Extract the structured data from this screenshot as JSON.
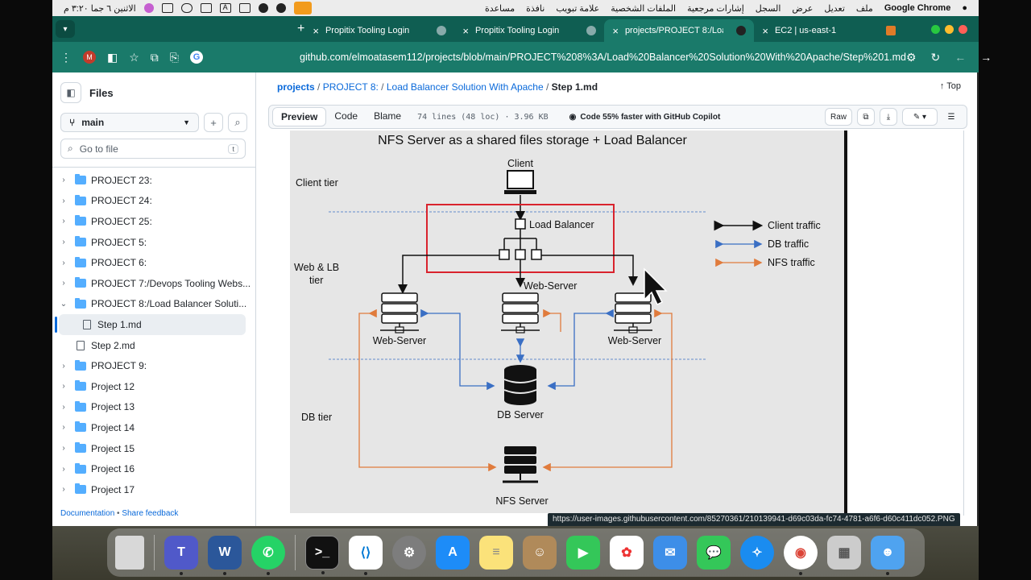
{
  "menubar": {
    "app_name": "Google Chrome",
    "items": [
      "ملف",
      "تعديل",
      "عرض",
      "السجل",
      "إشارات مرجعية",
      "الملفات الشخصية",
      "علامة تبويب",
      "نافذة",
      "مساعدة"
    ],
    "clock": "الاثنين ٦ جما ٣:٢٠ م"
  },
  "tabs": [
    {
      "title": "Propitix Tooling Login",
      "active": false
    },
    {
      "title": "Propitix Tooling Login",
      "active": false
    },
    {
      "title": "projects/PROJECT 8:/Load Ba",
      "active": true
    },
    {
      "title": "EC2 | us-east-1",
      "active": false
    }
  ],
  "toolbar": {
    "avatar_letter": "M",
    "url": "github.com/elmoatasem112/projects/blob/main/PROJECT%208%3A/Load%20Balancer%20Solution%20With%20Apache/Step%201.md"
  },
  "files_panel": {
    "title": "Files",
    "branch": "main",
    "goto_placeholder": "Go to file",
    "goto_kbd": "t",
    "tree": [
      {
        "label": "PROJECT 23:",
        "type": "folder",
        "expanded": false
      },
      {
        "label": "PROJECT 24:",
        "type": "folder",
        "expanded": false
      },
      {
        "label": "PROJECT 25:",
        "type": "folder",
        "expanded": false
      },
      {
        "label": "PROJECT 5:",
        "type": "folder",
        "expanded": false
      },
      {
        "label": "PROJECT 6:",
        "type": "folder",
        "expanded": false
      },
      {
        "label": "PROJECT 7:/Devops Tooling Webs...",
        "type": "folder",
        "expanded": false
      },
      {
        "label": "PROJECT 8:/Load Balancer Soluti...",
        "type": "folder",
        "expanded": true
      },
      {
        "label": "Step 1.md",
        "type": "file",
        "selected": true
      },
      {
        "label": "Step 2.md",
        "type": "file",
        "selected": false
      },
      {
        "label": "PROJECT 9:",
        "type": "folder",
        "expanded": false
      },
      {
        "label": "Project 12",
        "type": "folder",
        "expanded": false
      },
      {
        "label": "Project 13",
        "type": "folder",
        "expanded": false
      },
      {
        "label": "Project 14",
        "type": "folder",
        "expanded": false
      },
      {
        "label": "Project 15",
        "type": "folder",
        "expanded": false
      },
      {
        "label": "Project 16",
        "type": "folder",
        "expanded": false
      },
      {
        "label": "Project 17",
        "type": "folder",
        "expanded": false
      }
    ],
    "footer_link1": "Documentation",
    "footer_sep": " • ",
    "footer_link2": "Share feedback"
  },
  "breadcrumb": {
    "repo": "projects",
    "folder": "PROJECT 8:",
    "subfolder": "Load Balancer Solution With Apache",
    "file": "Step 1.md",
    "sep": " / "
  },
  "top_link": "Top",
  "filebar": {
    "tabs": [
      "Preview",
      "Code",
      "Blame"
    ],
    "active_tab": "Preview",
    "loc": "74 lines (48 loc) · 3.96 KB",
    "copilot": "Code 55% faster with GitHub Copilot",
    "raw": "Raw"
  },
  "diagram": {
    "title": "NFS Server as a shared files storage + Load Balancer",
    "tiers": [
      "Client tier",
      "Web & LB",
      "tier",
      "DB tier"
    ],
    "client_label": "Client",
    "lb_label": "Load Balancer",
    "web_labels": [
      "Web-Server",
      "Web-Server",
      "Web-Server"
    ],
    "db_label": "DB Server",
    "nfs_label": "NFS Server",
    "legend": [
      {
        "label": "Client traffic",
        "color": "#111111"
      },
      {
        "label": "DB traffic",
        "color": "#3a6fc4"
      },
      {
        "label": "NFS traffic",
        "color": "#e07b3c"
      }
    ]
  },
  "status_url": "https://user-images.githubusercontent.com/85270361/210139941-d69c03da-fc74-4781-a6f6-d60c411dc052.PNG",
  "dock": [
    "Trash",
    "Teams",
    "Word",
    "WhatsApp",
    "Terminal",
    "VS Code",
    "System Settings",
    "App Store",
    "Notes",
    "Contacts",
    "FaceTime",
    "Photos",
    "Mail",
    "Messages",
    "Safari",
    "Chrome",
    "Launchpad",
    "Finder"
  ]
}
